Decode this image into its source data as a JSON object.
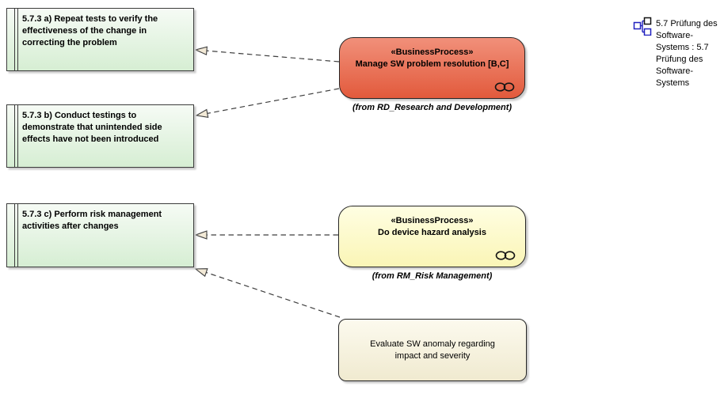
{
  "nodes": {
    "req_a": {
      "label": "5.7.3 a) Repeat tests to verify the effectiveness of the change in correcting the problem",
      "style": "background:linear-gradient(#f6fbf5,#d6eed3)"
    },
    "req_b": {
      "label": "5.7.3 b) Conduct testings to demonstrate that unintended side effects have not been introduced",
      "style": "background:linear-gradient(#f6fbf5,#d6eed3)"
    },
    "req_c": {
      "label": "5.7.3 c) Perform risk management activities after changes",
      "style": "background:linear-gradient(#f6fbf5,#d6eed3)"
    },
    "process_manage": {
      "stereotype": "«BusinessProcess»",
      "label": "Manage SW problem resolution [B,C]",
      "from": "(from RD_Research and Development)",
      "fill_top": "#f1907a",
      "fill_bottom": "#e25a3c",
      "style": "background:linear-gradient(#f1907a,#e25a3c)"
    },
    "process_hazard": {
      "stereotype": "«BusinessProcess»",
      "label": "Do device hazard analysis",
      "from": "(from RM_Risk Management)",
      "fill_top": "#fffee2",
      "fill_bottom": "#faf5b6",
      "style": "background:linear-gradient(#fffee2,#faf5b6)"
    },
    "evaluate": {
      "label": "Evaluate SW anomaly regarding impact and severity",
      "fill_top": "#fcfaee",
      "fill_bottom": "#f0ead0",
      "style": "background:linear-gradient(#fcfaee,#f0ead0)"
    }
  },
  "edges": [
    {
      "source": "Manage SW problem resolution [B,C]",
      "target": "5.7.3 a) Repeat tests to verify the effectiveness of the change in correcting the problem",
      "type": "dashed-realization"
    },
    {
      "source": "Manage SW problem resolution [B,C]",
      "target": "5.7.3 b) Conduct testings to demonstrate that unintended side effects have not been introduced",
      "type": "dashed-realization"
    },
    {
      "source": "Do device hazard analysis",
      "target": "5.7.3 c) Perform risk management activities after changes",
      "type": "dashed-realization"
    },
    {
      "source": "Evaluate SW anomaly regarding impact and severity",
      "target": "5.7.3 c) Perform risk management activities after changes",
      "type": "dashed-realization"
    }
  ],
  "legend": {
    "label": "5.7 Prüfung des Software-Systems : 5.7 Prüfung des Software-Systems"
  },
  "colors": {
    "connector": "#3e3e3e",
    "arrowhead_fill": "#f2e9d6",
    "requirement_border": "#3c3c3c",
    "process_border": "#262626",
    "legend_icon_blue": "#2020bf",
    "legend_icon_black": "#111111"
  }
}
